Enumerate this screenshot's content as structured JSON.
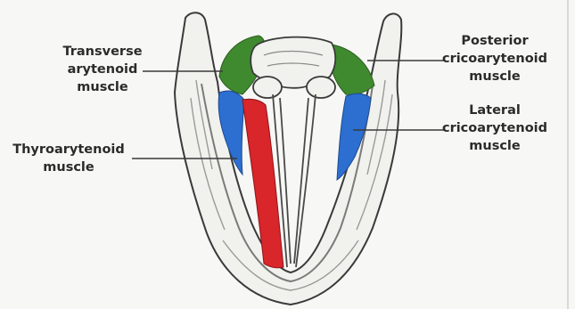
{
  "labels": {
    "transverse": [
      "Transverse",
      "arytenoid",
      "muscle"
    ],
    "thyro": [
      "Thyroarytenoid",
      "muscle"
    ],
    "posterior": [
      "Posterior",
      "cricoarytenoid",
      "muscle"
    ],
    "lateral": [
      "Lateral",
      "cricoarytenoid",
      "muscle"
    ]
  },
  "colors": {
    "transverse_arytenoid": "#3f8a2f",
    "thyroarytenoid": "#d8262b",
    "lateral_cricoarytenoid": "#2c6fd1",
    "cartilage_fill": "#f1f1ee",
    "outline": "#3a3a3a"
  }
}
